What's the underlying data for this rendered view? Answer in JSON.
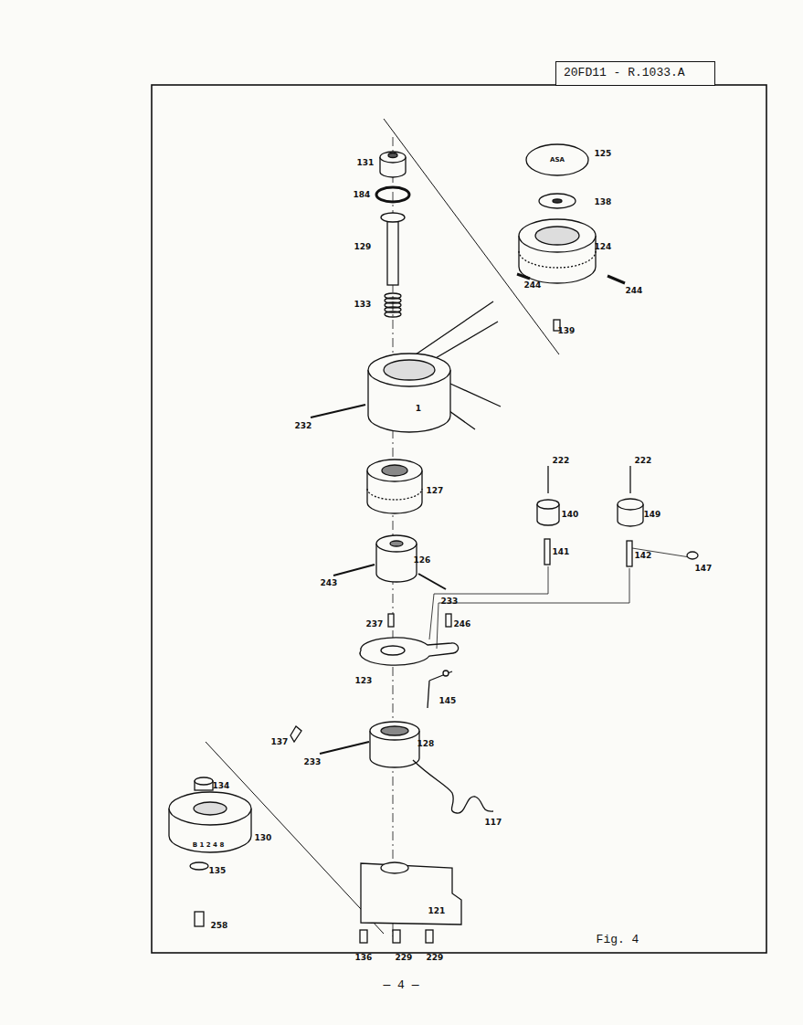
{
  "diagram": {
    "nodes": [
      {
        "text": [
          "20FD11 - R.1033.A"
        ]
      }
    ],
    "labels": [
      "131",
      "125",
      "184",
      "138",
      "129",
      "124",
      "244",
      "244",
      "133",
      "139",
      "232",
      "1",
      "127",
      "222",
      "222",
      "140",
      "149",
      "141",
      "142",
      "147",
      "126",
      "243",
      "233",
      "237",
      "246",
      "123",
      "145",
      "137",
      "128",
      "233",
      "117",
      "134",
      "130",
      "135",
      "121",
      "258",
      "136",
      "229",
      "229",
      "Fig. 4",
      "— 4 —",
      "ASA",
      "B 1 2 4 8"
    ]
  }
}
